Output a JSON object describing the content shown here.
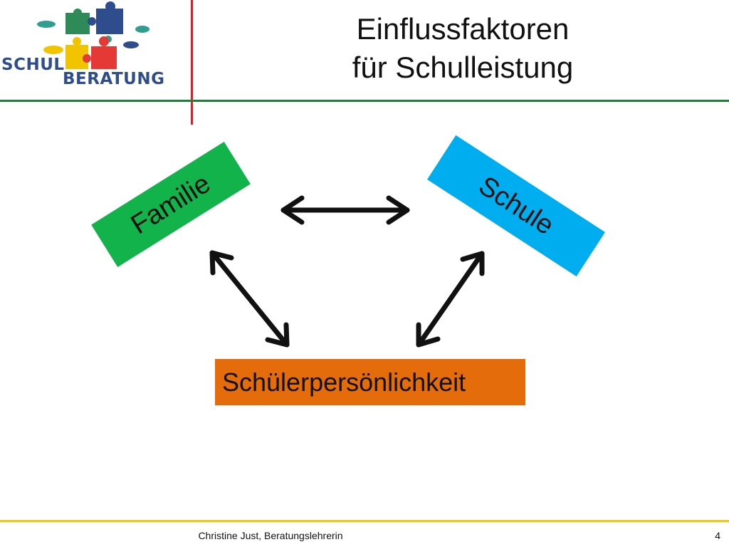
{
  "logo": {
    "line1": "SCHUL",
    "line2": "BERATUNG"
  },
  "title": {
    "line1": "Einflussfaktoren",
    "line2": "für Schulleistung"
  },
  "nodes": {
    "familie": "Familie",
    "schule": "Schule",
    "schueler": "Schülerpersönlichkeit"
  },
  "footer": {
    "author": "Christine Just, Beratungslehrerin",
    "page": "4"
  },
  "colors": {
    "familie": "#12b34a",
    "schule": "#00aeef",
    "schueler": "#e46c0a",
    "accent_red": "#dc1f26",
    "accent_green": "#1f7d3a",
    "footer_line": "#f0c419"
  }
}
